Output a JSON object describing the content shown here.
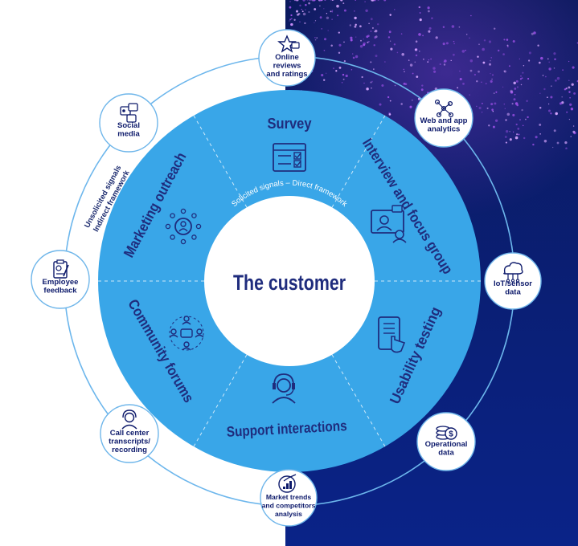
{
  "center": {
    "title": "The customer"
  },
  "inner_ring_label": "Solicited signals – Direct framework",
  "outer_ring_label": {
    "line1": "Unsolicited signals",
    "line2": "Indirect framework"
  },
  "segments": [
    {
      "label": "Survey",
      "icon": "survey-form-icon"
    },
    {
      "label": "Interview and focus group",
      "icon": "video-interview-icon"
    },
    {
      "label": "Usability testing",
      "icon": "tablet-touch-icon"
    },
    {
      "label": "Support interactions",
      "icon": "headset-agent-icon"
    },
    {
      "label": "Community forums",
      "icon": "community-chat-icon"
    },
    {
      "label": "Marketing outreach",
      "icon": "target-audience-icon"
    }
  ],
  "nodes": [
    {
      "label": "Online reviews and ratings",
      "lines": [
        "Online",
        "reviews",
        "and ratings"
      ],
      "icon": "star-review-icon"
    },
    {
      "label": "Web and app analytics",
      "lines": [
        "Web and app",
        "analytics"
      ],
      "icon": "analytics-network-icon"
    },
    {
      "label": "IoT/sensor data",
      "lines": [
        "IoT/sensor",
        "data"
      ],
      "icon": "cloud-iot-icon"
    },
    {
      "label": "Operational data",
      "lines": [
        "Operational",
        "data"
      ],
      "icon": "coin-stack-icon"
    },
    {
      "label": "Market trends and competitors analysis",
      "lines": [
        "Market trends",
        "and competitors",
        "analysis"
      ],
      "icon": "trend-chart-icon"
    },
    {
      "label": "Call center transcripts/recording",
      "lines": [
        "Call center",
        "transcripts/",
        "recording"
      ],
      "icon": "call-agent-icon"
    },
    {
      "label": "Employee feedback",
      "lines": [
        "Employee",
        "feedback"
      ],
      "icon": "clipboard-feedback-icon"
    },
    {
      "label": "Social media",
      "lines": [
        "Social",
        "media"
      ],
      "icon": "social-media-icon"
    }
  ],
  "colors": {
    "ring": "#3aa4e6",
    "ring_dark_text": "#1f2c7d",
    "background_right": "#0a1f7a",
    "outer_ring_line": "#5aaee8",
    "particles": "#b05cf0"
  }
}
